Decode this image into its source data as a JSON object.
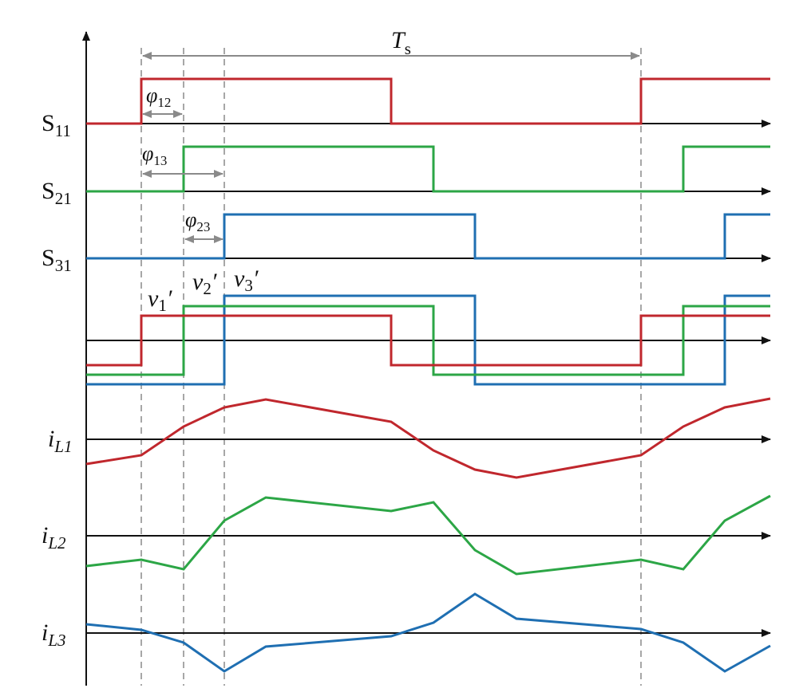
{
  "colors": {
    "s11": "#c0272d",
    "s21": "#2ca646",
    "s31": "#1f6fb2",
    "axis": "#111111",
    "guide": "#8a8a8a"
  },
  "labels": {
    "period": {
      "main": "T",
      "sub": "s"
    },
    "phi12": {
      "main": "φ",
      "sub": "12"
    },
    "phi13": {
      "main": "φ",
      "sub": "13"
    },
    "phi23": {
      "main": "φ",
      "sub": "23"
    },
    "s11": {
      "main": "S",
      "sub": "11"
    },
    "s21": {
      "main": "S",
      "sub": "21"
    },
    "s31": {
      "main": "S",
      "sub": "31"
    },
    "v1": {
      "main": "v",
      "sub": "1",
      "prime": "′"
    },
    "v2": {
      "main": "v",
      "sub": "2",
      "prime": "′"
    },
    "v3": {
      "main": "v",
      "sub": "3",
      "prime": "′"
    },
    "iL1": {
      "main": "i",
      "sub": "L1"
    },
    "iL2": {
      "main": "i",
      "sub": "L2"
    },
    "iL3": {
      "main": "i",
      "sub": "L3"
    }
  }
}
